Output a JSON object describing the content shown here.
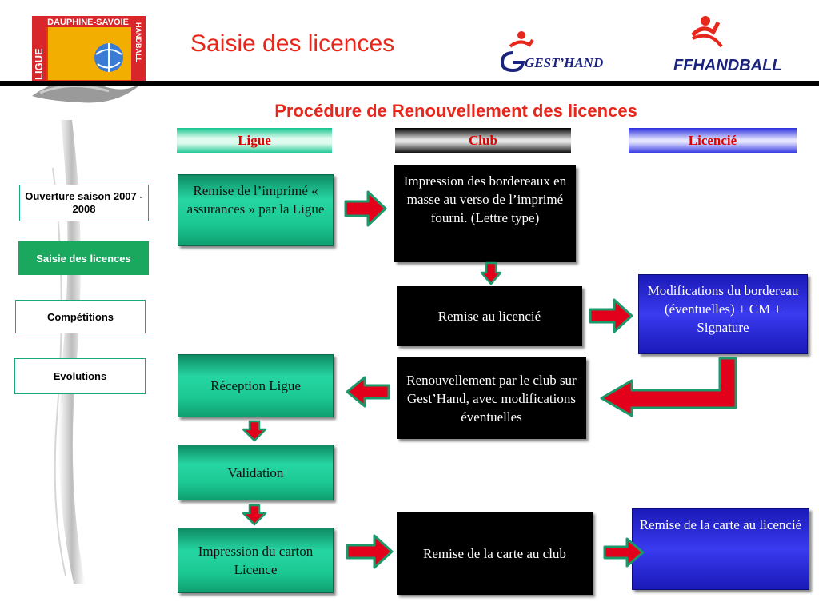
{
  "header": {
    "title": "Saisie des licences",
    "logo_ligue_text_top": "DAUPHINE-SAVOIE",
    "logo_ligue_text_left": "LIGUE",
    "logo_ligue_text_right": "HANDBALL",
    "logo_gesthand_text": "GEST’HAND",
    "logo_ffhb_text": "FFHANDBALL"
  },
  "subtitle": "Procédure de Renouvellement des licences",
  "columns": {
    "ligue": "Ligue",
    "club": "Club",
    "licencie": "Licencié"
  },
  "nav": {
    "ouverture": "Ouverture saison 2007 - 2008",
    "saisie": "Saisie des licences",
    "competitions": "Compétitions",
    "evolutions": "Evolutions"
  },
  "flow": {
    "remise_imprime": "Remise de l’imprimé « assurances » par la Ligue",
    "impression_bordereaux": "Impression des bordereaux en masse au verso de l’imprimé fourni. (Lettre type)",
    "remise_licencie": "Remise au licencié",
    "modifications": "Modifications du bordereau (éventuelles) + CM + Signature",
    "reception": "Réception Ligue",
    "renouvellement": "Renouvellement par le club sur Gest’Hand, avec modifications éventuelles",
    "validation": "Validation",
    "impression_carton": "Impression du carton Licence",
    "remise_carte_club": "Remise de la carte au club",
    "remise_carte_licencie": "Remise de la carte au licencié"
  },
  "colors": {
    "title_red": "#e8271c",
    "arrow_red": "#e3001b",
    "arrow_outline": "#1a9a6a",
    "green_box": "#1bc892",
    "blue_box": "#2a2ad8",
    "nav_active": "#1aa75e"
  }
}
